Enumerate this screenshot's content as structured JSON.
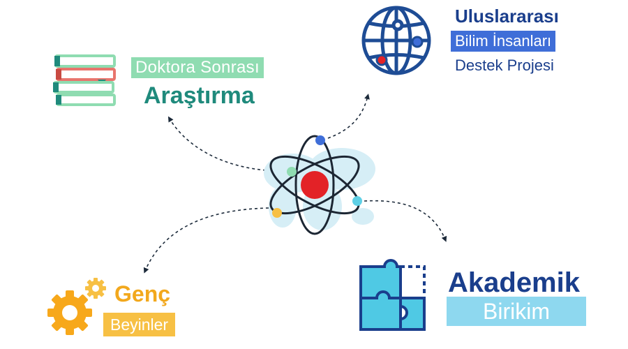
{
  "colors": {
    "teal": "#1f8a7c",
    "mint": "#8fdcb1",
    "navy": "#1a3e8c",
    "blue": "#3f6ed8",
    "orange": "#f2a81d",
    "cyan": "#8ed8ef",
    "red": "#e32227"
  },
  "nodes": {
    "postdoc": {
      "icon": "books-icon",
      "subtitle": "Doktora Sonrası",
      "title": "Araştırma"
    },
    "international": {
      "icon": "globe-network-icon",
      "title": "Uluslararası",
      "line2": "Bilim İnsanları",
      "line3": "Destek Projesi"
    },
    "young": {
      "icon": "gears-icon",
      "title": "Genç",
      "subtitle": "Beyinler"
    },
    "academic": {
      "icon": "puzzle-icon",
      "title": "Akademik",
      "subtitle": "Birikim"
    }
  },
  "center": {
    "icon": "atom-icon"
  }
}
